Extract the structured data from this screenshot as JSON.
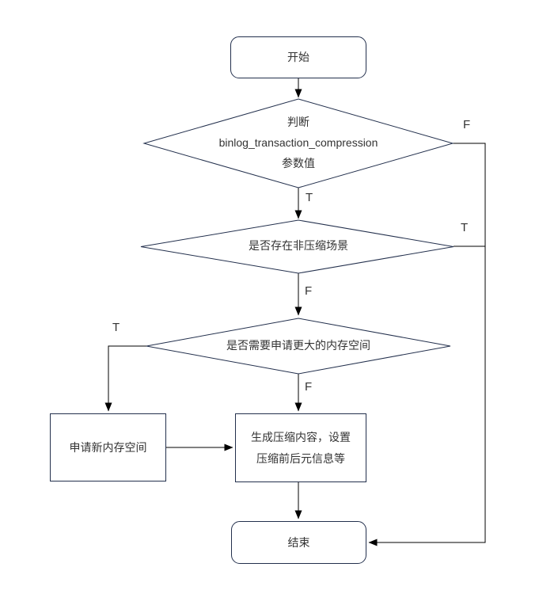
{
  "diagram": {
    "title": "binlog transaction compression flowchart",
    "nodes": {
      "start": {
        "label": "开始",
        "type": "terminator"
      },
      "decision_param": {
        "label": "判断\nbinlog_transaction_compression\n参数值",
        "type": "decision"
      },
      "decision_uncompressed_scene": {
        "label": "是否存在非压缩场景",
        "type": "decision"
      },
      "decision_need_memory": {
        "label": "是否需要申请更大的内存空间",
        "type": "decision"
      },
      "process_allocate": {
        "label": "申请新内存空间",
        "type": "process"
      },
      "process_compress": {
        "label": "生成压缩内容，设置\n压缩前后元信息等",
        "type": "process"
      },
      "end": {
        "label": "结束",
        "type": "terminator"
      }
    },
    "edge_labels": {
      "decision_param_true": "T",
      "decision_param_false": "F",
      "decision_uncompressed_scene_true": "T",
      "decision_uncompressed_scene_false": "F",
      "decision_need_memory_true": "T",
      "decision_need_memory_false": "F"
    }
  },
  "colors": {
    "node_border": "#23304d",
    "connector": "#000000",
    "text": "#333333",
    "canvas": "#ffffff"
  }
}
